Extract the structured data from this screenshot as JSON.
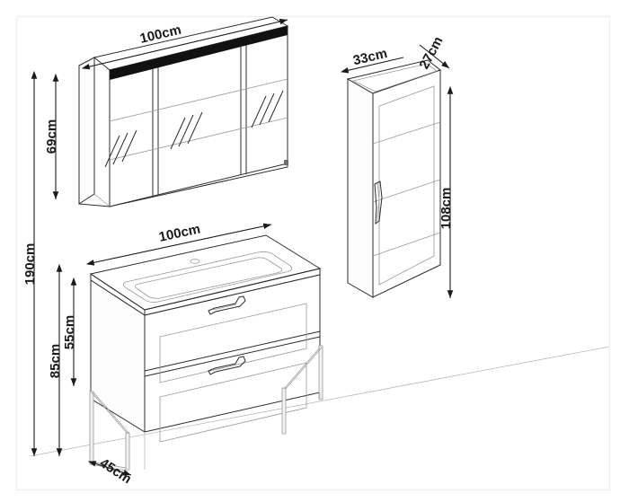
{
  "drawing": {
    "title": "Bathroom furniture set technical dimension drawing",
    "unit": "cm",
    "line_color": "#2b2b2b",
    "text_color": "#1a1a1a",
    "background": "#ffffff",
    "accent_led_color": "#111111"
  },
  "dimensions": {
    "mirror_cabinet_width": "100cm",
    "mirror_cabinet_height": "69cm",
    "tall_cabinet_width": "33cm",
    "tall_cabinet_depth": "27cm",
    "tall_cabinet_height": "108cm",
    "vanity_width": "100cm",
    "vanity_depth": "45cm",
    "vanity_height_total": "85cm",
    "vanity_body_height": "55cm",
    "overall_height": "190cm"
  },
  "items": [
    {
      "name": "mirror-cabinet",
      "label": "LED mirror cabinet",
      "doors": 3,
      "width": "100cm",
      "height": "69cm"
    },
    {
      "name": "tall-cabinet",
      "label": "Tall side cabinet",
      "doors": 1,
      "width": "33cm",
      "depth": "27cm",
      "height": "108cm"
    },
    {
      "name": "vanity-unit",
      "label": "Washbasin vanity unit with two drawers",
      "drawers": 2,
      "width": "100cm",
      "depth": "45cm",
      "height": "85cm"
    }
  ]
}
